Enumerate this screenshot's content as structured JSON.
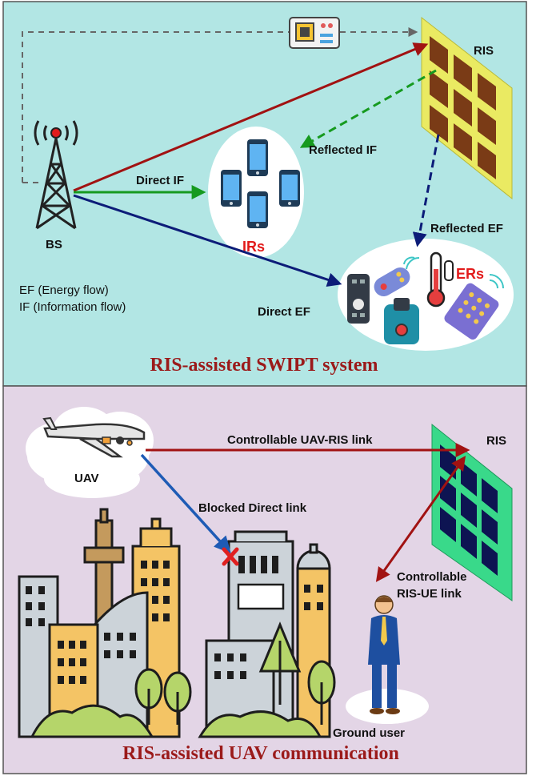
{
  "top_panel": {
    "title": "RIS-assisted SWIPT system",
    "bs_label": "BS",
    "ris_label": "RIS",
    "irs_label": "IRs",
    "ers_label": "ERs",
    "direct_if": "Direct IF",
    "reflected_if": "Reflected IF",
    "reflected_ef": "Reflected EF",
    "direct_ef": "Direct EF",
    "legend_ef": "EF (Energy flow)",
    "legend_if": "IF (Information flow)"
  },
  "bottom_panel": {
    "title": "RIS-assisted UAV communication",
    "uav_label": "UAV",
    "ris_label": "RIS",
    "uav_ris_link": "Controllable UAV-RIS link",
    "blocked_link": "Blocked Direct link",
    "ris_ue_link_line1": "Controllable",
    "ris_ue_link_line2": "RIS-UE link",
    "ground_user": "Ground user"
  },
  "colors": {
    "top_bg": "#b2e6e4",
    "bottom_bg": "#e3d5e6",
    "title": "#9b1a1a",
    "red_arrow": "#a11212",
    "green_arrow": "#169a1f",
    "navy_arrow": "#0c1c78",
    "blue_arrow": "#1e5bb5",
    "ris_top": "#eaea62",
    "ris_bottom": "#39d98a"
  },
  "icons": [
    "tower-icon",
    "circuit-chip-icon",
    "phone-icon",
    "remote-icon",
    "gamepad-icon",
    "thermometer-icon",
    "drone-icon",
    "building-icon",
    "person-icon",
    "tree-icon"
  ]
}
